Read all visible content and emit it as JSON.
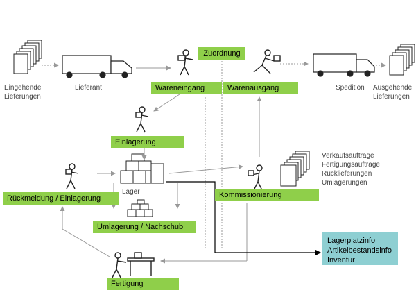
{
  "nodes": {
    "incoming_label_1": "Eingehende",
    "incoming_label_2": "Lieferungen",
    "supplier": "Lieferant",
    "goods_in": "Wareneingang",
    "assignment": "Zuordnung",
    "goods_out": "Warenausgang",
    "carrier": "Spedition",
    "outgoing_label_1": "Ausgehende",
    "outgoing_label_2": "Lieferungen",
    "storage_in": "Einlagerung",
    "warehouse": "Lager",
    "return_storage": "Rückmeldung / Einlagerung",
    "transfer": "Umlagerung / Nachschub",
    "picking": "Kommissionierung",
    "production": "Fertigung"
  },
  "orders": [
    "Verkaufsaufträge",
    "Fertigungsaufträge",
    "Rücklieferungen",
    "Umlagerungen"
  ],
  "info_box": [
    "Lagerplatzinfo",
    "Artikelbestandsinfo",
    "Inventur"
  ],
  "colors": {
    "green_box": "#8fcf4a",
    "info_box": "#8ecfd2",
    "line": "#999999",
    "dark_line": "#000000"
  }
}
